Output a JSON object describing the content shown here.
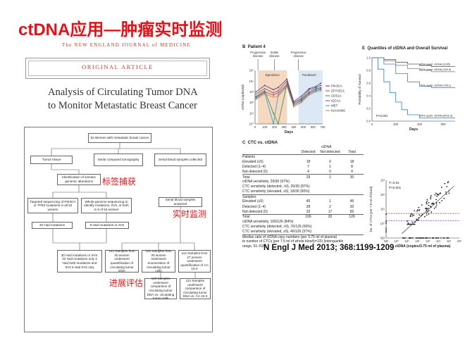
{
  "slide": {
    "title": "ctDNA应用—肿瘤实时监测",
    "citation": "N Engl J Med 2013; 368:1199-1209"
  },
  "article": {
    "journal": "The NEW ENGLAND JOURNAL of MEDICINE",
    "section": "ORIGINAL ARTICLE",
    "title_line1": "Analysis of Circulating Tumor DNA",
    "title_line2": "to Monitor Metastatic Breast Cancer"
  },
  "flowchart": {
    "labels": {
      "tag_capture": "标签捕获",
      "realtime_monitor": "实时监测",
      "progress_eval": "进展评估"
    },
    "boxes": [
      {
        "id": "b52",
        "text": "52 Women with metastatic breast cancer"
      },
      {
        "id": "tumor",
        "text": "Tumor tissue"
      },
      {
        "id": "ct",
        "text": "Serial computed tomography"
      },
      {
        "id": "blood",
        "text": "Serial blood samples collected"
      },
      {
        "id": "identify",
        "text": "Identification of somatic genomic alterations"
      },
      {
        "id": "targeted",
        "text": "Targeted sequencing of PIK3CA or TP53 mutations in all 52 women"
      },
      {
        "id": "wgs",
        "text": "Whole-genome sequencing to identify mutations, SVs, or both in 9 of 52 women"
      },
      {
        "id": "serial",
        "text": "Serial blood samples analyzed"
      },
      {
        "id": "had25",
        "text": "25 Had mutations"
      },
      {
        "id": "had9",
        "text": "9 Had mutations or SVs"
      },
      {
        "id": "had30",
        "text": "30 Had mutations or SVs: 22 Had mutations only 3 Had both mutations and SVs 5 Had SVs only"
      },
      {
        "id": "s141",
        "text": "141 Samples from 30 women underwent quantification of circulating tumor DNA"
      },
      {
        "id": "s126",
        "text": "126 Samples from 30 women underwent enumeration of circulating tumor cells"
      },
      {
        "id": "s114",
        "text": "114 Samples from 27 women underwent quantification of CA 15-3"
      },
      {
        "id": "cmp1",
        "text": "126 Samples underwent comparison of circulating tumor DNA vs. circulating tumor cells"
      },
      {
        "id": "cmp2",
        "text": "114 Samples underwent comparison of circulating tumor DNA vs. CA 15-3"
      }
    ]
  },
  "panel_b": {
    "label": "B",
    "title": "Patient 4",
    "ylabel": "ctDNA (copies/ml)",
    "xlabel": "Days",
    "phases": [
      "Progressive disease",
      "Stable disease",
      "Progressive disease"
    ],
    "treatments": [
      "Epirubicin",
      "Paclitaxel"
    ]
  },
  "panel_c": {
    "label": "C",
    "title": "CTC vs. ctDNA"
  },
  "panel_e": {
    "label": "E",
    "title": "Quantiles of ctDNA and Overall Survival",
    "ylabel": "Probability of Survival",
    "xlabel": "Days",
    "pvalue": "P<0.001"
  },
  "panel_scatter": {
    "r2": "r²=0.61",
    "p": "P<0.001",
    "ylabel": "No. of CTCs (per 7.5 ml of blood)",
    "xlabel": "ctDNA (copies/3.75 ml of plasma)"
  },
  "table": {
    "group_header": "ctDNA",
    "columns": [
      "",
      "Detected",
      "Not detected",
      "Total"
    ],
    "rows": [
      {
        "cells": [
          "Patients",
          "",
          "",
          ""
        ],
        "hr": true
      },
      {
        "cells": [
          "Elevated (≥5)",
          "18",
          "0",
          "18"
        ]
      },
      {
        "cells": [
          "Detected (1–4)",
          "7",
          "1",
          "8"
        ]
      },
      {
        "cells": [
          "Not detected (0)",
          "4",
          "0",
          "4"
        ]
      },
      {
        "cells": [
          "Total",
          "29",
          "1",
          "30"
        ],
        "hr": true
      },
      {
        "cells": [
          "ctDNA sensitivity, 29/30 (97%)",
          "",
          "",
          ""
        ]
      },
      {
        "cells": [
          "CTC sensitivity (detected, >0), 26/30 (87%)",
          "",
          "",
          ""
        ]
      },
      {
        "cells": [
          "CTC sensitivity (elevated, ≥5), 18/30 (60%)",
          "",
          "",
          ""
        ]
      },
      {
        "cells": [
          "Samples",
          "",
          "",
          ""
        ],
        "hr": true
      },
      {
        "cells": [
          "Elevated (≥5)",
          "45",
          "1",
          "46"
        ]
      },
      {
        "cells": [
          "Detected (1–4)",
          "28",
          "2",
          "30"
        ]
      },
      {
        "cells": [
          "Not detected (0)",
          "33",
          "17",
          "50"
        ]
      },
      {
        "cells": [
          "Total",
          "106",
          "20",
          "126"
        ],
        "hr": true
      },
      {
        "cells": [
          "ctDNA sensitivity, 106/126 (84%)",
          "",
          "",
          ""
        ]
      },
      {
        "cells": [
          "CTC sensitivity (detected, >0), 76/126 (60%)",
          "",
          "",
          ""
        ]
      },
      {
        "cells": [
          "CTC sensitivity (elevated, ≥5), 46/126 (37%)",
          "",
          "",
          ""
        ]
      },
      {
        "cells": [
          "Median ratio of ctDNA copy numbers (per 3.75 ml of plasma)",
          "",
          "",
          ""
        ],
        "hr": true
      },
      {
        "cells": [
          "to number of CTCs (per 7.5 ml of whole blood)=133 (interquartile",
          "",
          "",
          ""
        ]
      },
      {
        "cells": [
          "range, 51–528)",
          "",
          "",
          ""
        ]
      }
    ]
  },
  "chart_data": [
    {
      "type": "line",
      "title": "Patient 4",
      "xlabel": "Days",
      "ylabel": "ctDNA (copies/ml)",
      "xlim": [
        0,
        700
      ],
      "ylim_log10": [
        0,
        5
      ],
      "x_ticks": [
        0,
        100,
        200,
        300,
        400,
        500,
        600,
        700
      ],
      "y_tick_labels": [
        "10⁰",
        "10¹",
        "10²",
        "10³",
        "10⁴",
        "10⁵"
      ],
      "phase_shading": [
        {
          "label": "Epirubicin",
          "x0": 30,
          "x1": 330,
          "color": "#f6d7bf"
        },
        {
          "label": "Paclitaxel",
          "x0": 450,
          "x1": 700,
          "color": "#dce8f4"
        }
      ],
      "series": [
        {
          "name": "PIK3CA",
          "color": "#2c3e9e",
          "x": [
            10,
            100,
            190,
            240,
            330,
            400,
            480,
            560,
            630,
            680
          ],
          "y_log10": [
            3.0,
            3.6,
            3.2,
            3.4,
            4.2,
            2.1,
            2.6,
            3.3,
            3.5,
            3.8
          ]
        },
        {
          "name": "ZFYVE21",
          "color": "#c0392b",
          "x": [
            10,
            100,
            190,
            240,
            330,
            400,
            480,
            560,
            630,
            680
          ],
          "y_log10": [
            2.8,
            3.3,
            2.9,
            3.1,
            4.0,
            2.0,
            2.4,
            3.2,
            3.4,
            3.6
          ]
        },
        {
          "name": "CDS1A",
          "color": "#2e8b57",
          "x": [
            10,
            100,
            190,
            240,
            330,
            400,
            480,
            560,
            630,
            680
          ],
          "y_log10": [
            2.6,
            3.1,
            1.0,
            0.0,
            3.8,
            1.9,
            2.3,
            3.0,
            3.3,
            3.4
          ]
        },
        {
          "name": "IQCA1",
          "color": "#7b3fa0",
          "x": [
            10,
            100,
            190,
            240,
            330,
            400,
            480,
            560,
            630,
            680
          ],
          "y_log10": [
            2.5,
            3.0,
            2.7,
            2.9,
            3.7,
            1.8,
            2.2,
            2.9,
            3.2,
            3.3
          ]
        },
        {
          "name": "MET",
          "color": "#1f9fbf",
          "x": [
            10,
            100,
            190,
            240,
            330,
            400,
            480,
            560,
            630,
            680
          ],
          "y_log10": [
            2.4,
            2.9,
            0.0,
            2.7,
            3.6,
            1.7,
            2.1,
            2.8,
            3.1,
            3.2
          ]
        },
        {
          "name": "KIAA0406",
          "color": "#e67e22",
          "x": [
            10,
            100,
            190,
            240,
            330,
            400,
            480,
            560,
            630,
            680
          ],
          "y_log10": [
            2.3,
            2.8,
            2.5,
            2.6,
            3.5,
            1.6,
            2.0,
            2.7,
            3.0,
            3.1
          ]
        }
      ]
    },
    {
      "type": "line",
      "title": "Quantiles of ctDNA and Overall Survival",
      "xlabel": "Days",
      "ylabel": "Probability of Survival",
      "xlim": [
        0,
        700
      ],
      "ylim": [
        0,
        1
      ],
      "x_ticks": [
        0,
        200,
        400,
        600
      ],
      "y_ticks": [
        0,
        0.2,
        0.4,
        0.6,
        0.8,
        1.0
      ],
      "series": [
        {
          "name": "25% quant. ctDNA (1035)",
          "color": "#555555",
          "x": [
            0,
            100,
            200,
            300,
            400,
            500,
            700
          ],
          "y": [
            1.0,
            0.97,
            0.93,
            0.9,
            0.88,
            0.86,
            0.86
          ]
        },
        {
          "name": "50% quant. ctDNA (159.0)",
          "color": "#888888",
          "x": [
            0,
            100,
            200,
            300,
            400,
            500,
            700
          ],
          "y": [
            1.0,
            0.95,
            0.88,
            0.83,
            0.8,
            0.78,
            0.78
          ]
        },
        {
          "name": "75% quant. ctDNA (735.1)",
          "color": "#4a7bb7",
          "x": [
            0,
            100,
            200,
            300,
            400,
            500,
            700
          ],
          "y": [
            1.0,
            0.9,
            0.75,
            0.62,
            0.55,
            0.53,
            0.53
          ]
        },
        {
          "name": "95% quant. ctDNA (8016.3)",
          "color": "#2980b9",
          "x": [
            0,
            50,
            100,
            150,
            200,
            250,
            300,
            400,
            700
          ],
          "y": [
            1.0,
            0.82,
            0.62,
            0.45,
            0.3,
            0.18,
            0.1,
            0.05,
            0.05
          ]
        }
      ],
      "annotation": "P<0.001"
    },
    {
      "type": "scatter",
      "xlabel": "ctDNA (copies/3.75 ml of plasma)",
      "ylabel": "No. of CTCs (per 7.5 ml of blood)",
      "x_tick_labels": [
        "ND",
        "10⁰",
        "10¹",
        "10²",
        "10³",
        "10⁴",
        "10⁵",
        "10⁶"
      ],
      "y_tick_labels": [
        "ND",
        "10⁰",
        "10¹",
        "10²",
        "10³"
      ],
      "annotation": [
        "r²=0.61",
        "P<0.001"
      ]
    }
  ]
}
